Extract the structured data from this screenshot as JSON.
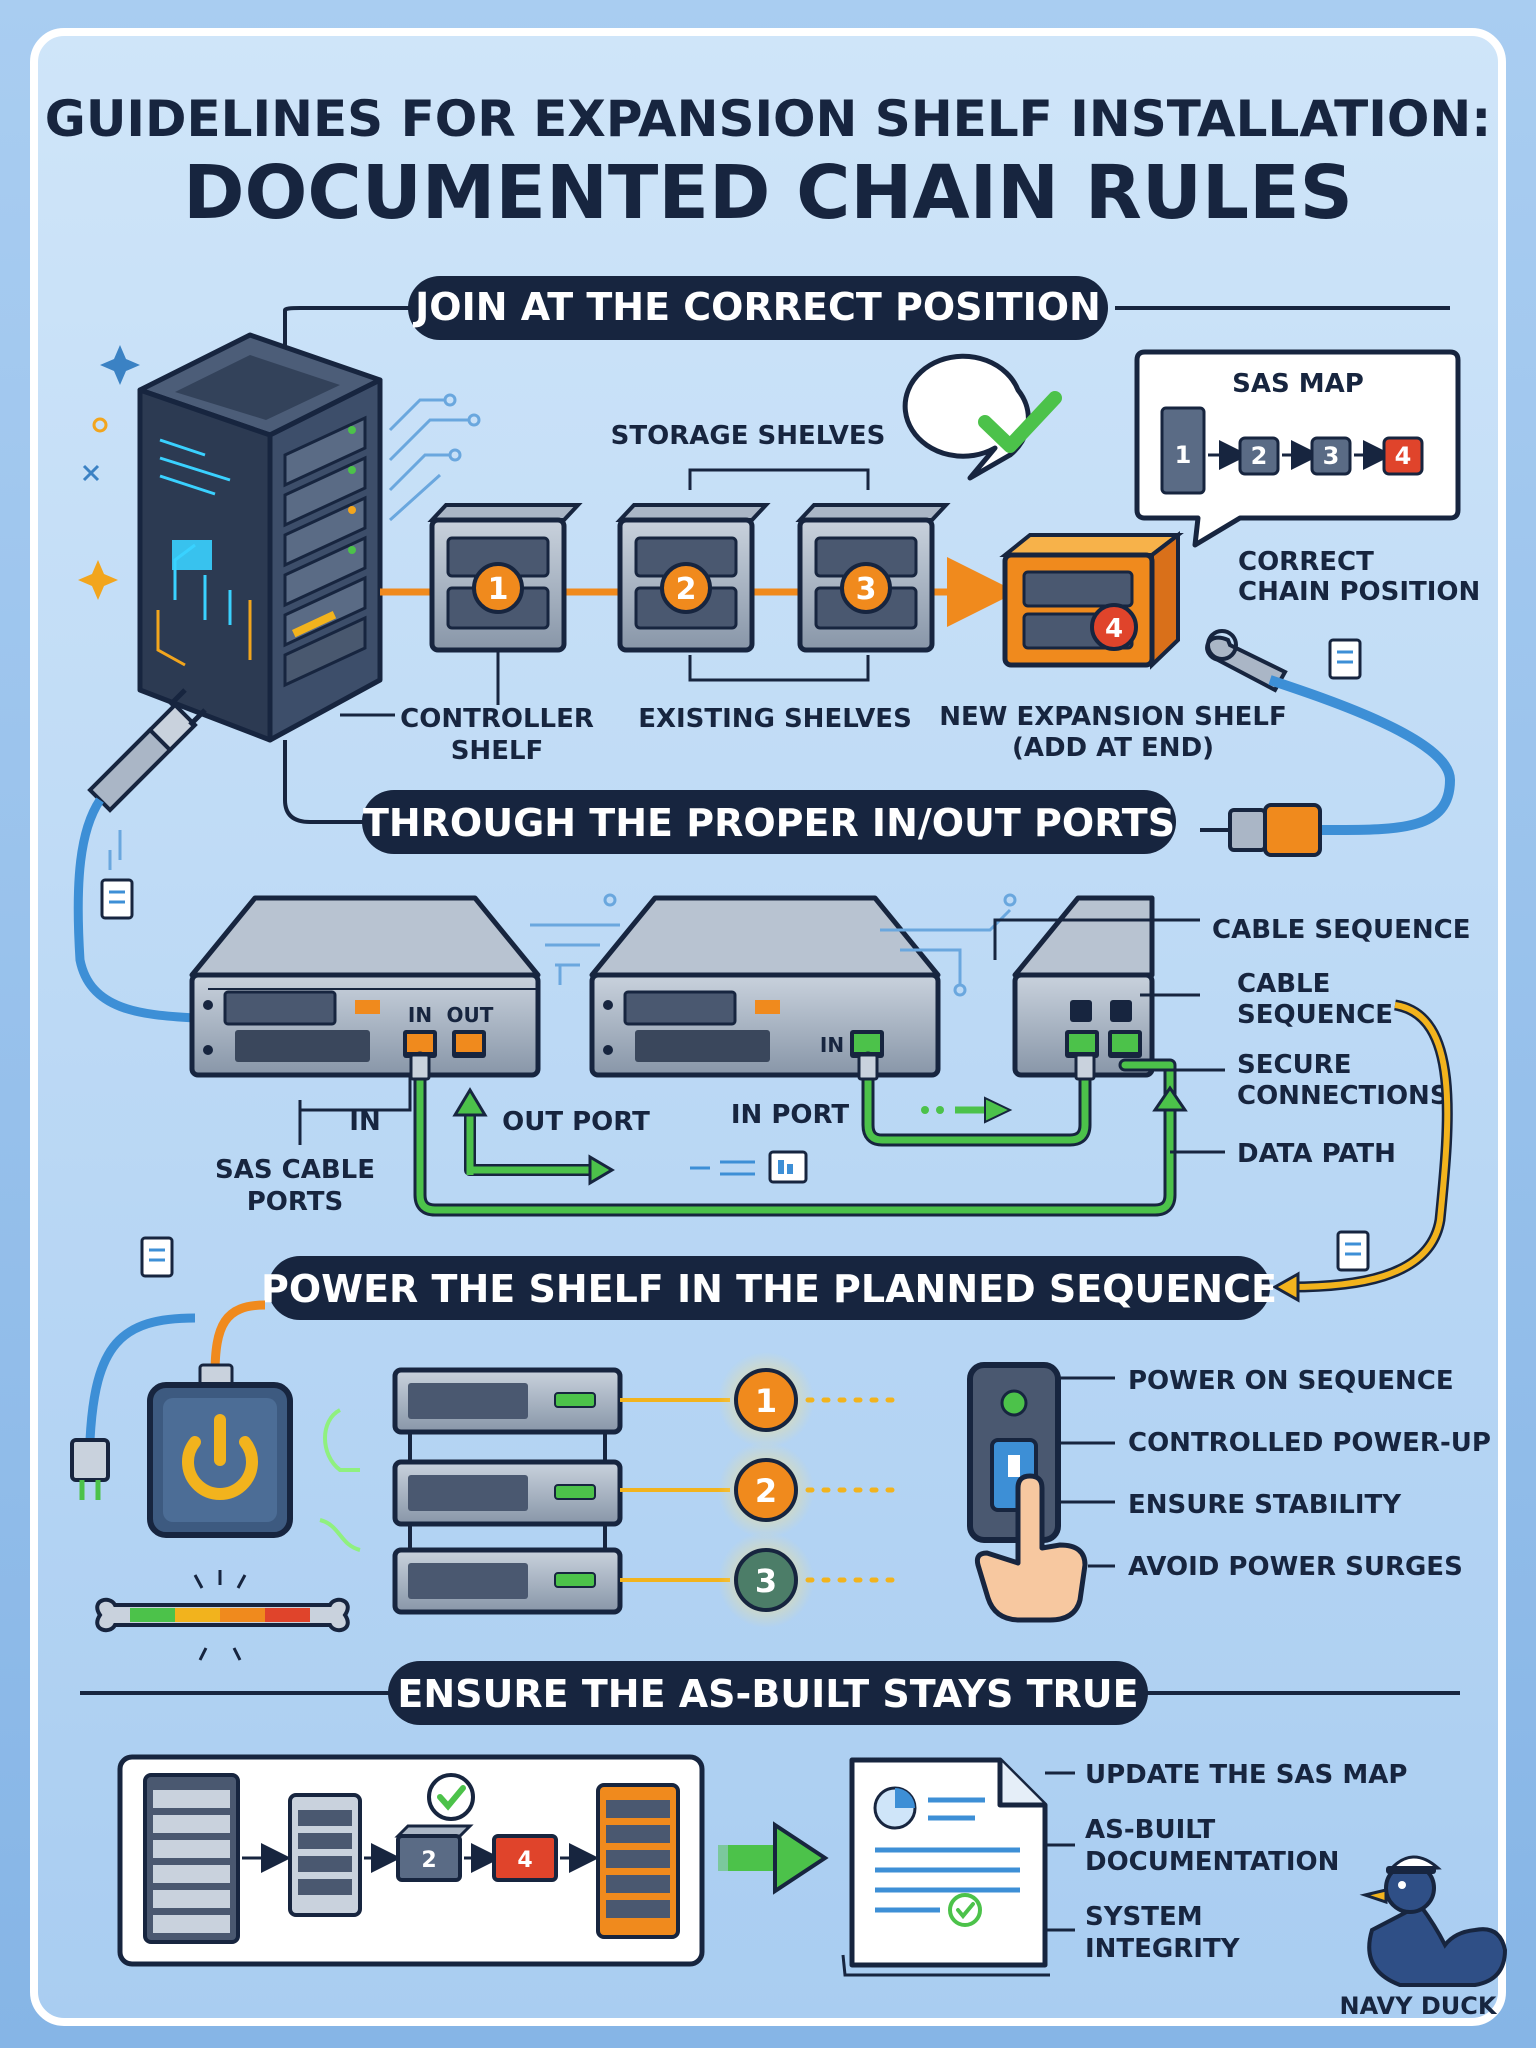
{
  "title": {
    "line1": "GUIDELINES FOR EXPANSION SHELF INSTALLATION:",
    "line2": "DOCUMENTED CHAIN RULES"
  },
  "section1": {
    "banner": "JOIN AT THE CORRECT POSITION",
    "storage_shelves": "STORAGE SHELVES",
    "sas_map_title": "SAS MAP",
    "sas_map_nodes": [
      "1",
      "2",
      "3",
      "4"
    ],
    "shelf_numbers": [
      "1",
      "2",
      "3",
      "4"
    ],
    "correct_position": [
      "CORRECT",
      "CHAIN POSITION"
    ],
    "controller_shelf": [
      "CONTROLLER",
      "SHELF"
    ],
    "existing_shelves": "EXISTING SHELVES",
    "new_shelf": [
      "NEW EXPANSION SHELF",
      "(ADD AT END)"
    ]
  },
  "section2": {
    "banner": "THROUGH THE PROPER IN/OUT PORTS",
    "port_in_tag": "IN",
    "port_out_tag": "OUT",
    "port_in_tag_2": "IN",
    "in_label": "IN",
    "out_port": "OUT PORT",
    "in_port": "IN PORT",
    "sas_cable_ports": [
      "SAS CABLE",
      "PORTS"
    ],
    "cable_sequence_1": "CABLE SEQUENCE",
    "cable_sequence_2": [
      "CABLE",
      "SEQUENCE"
    ],
    "secure_connections": [
      "SECURE",
      "CONNECTIONS"
    ],
    "data_path": "DATA PATH"
  },
  "section3": {
    "banner": "POWER THE SHELF IN THE PLANNED SEQUENCE",
    "steps": [
      "1",
      "2",
      "3"
    ],
    "notes": [
      "POWER ON SEQUENCE",
      "CONTROLLED POWER-UP",
      "ENSURE STABILITY",
      "AVOID POWER SURGES"
    ]
  },
  "section4": {
    "banner": "ENSURE THE AS-BUILT STAYS TRUE",
    "chain_nodes": [
      "2",
      "4"
    ],
    "notes": [
      "UPDATE THE SAS MAP",
      "AS-BUILT",
      "DOCUMENTATION",
      "SYSTEM",
      "INTEGRITY"
    ]
  },
  "brand": "NAVY DUCK",
  "colors": {
    "navy": "#17253f",
    "accent_orange": "#f08a1d",
    "accent_green": "#4cc24a",
    "accent_yellow": "#f2b31d",
    "panel_blue": "#b9d8f5"
  },
  "icons": [
    "server-tower-icon",
    "checkmark-bubble-icon",
    "wrench-icon",
    "power-plug-icon",
    "document-icon",
    "power-button-icon",
    "hand-pointer-icon",
    "duck-mascot-icon"
  ]
}
